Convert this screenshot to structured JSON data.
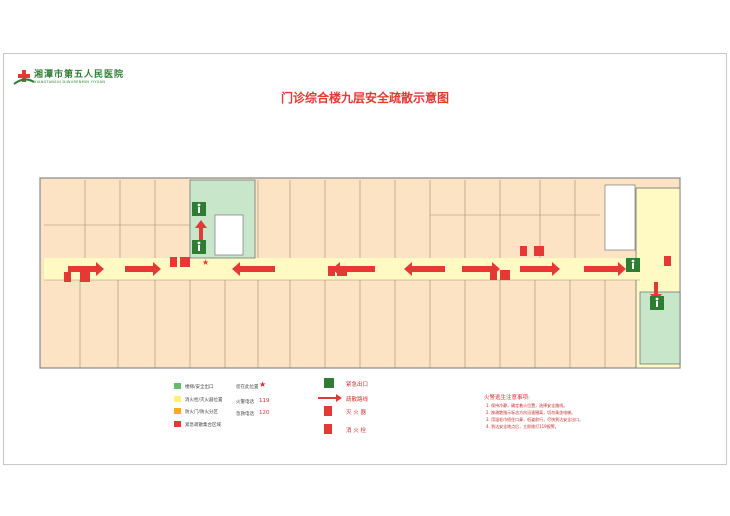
{
  "hospital": {
    "name_cn": "湘潭市第五人民医院",
    "name_en": "XIANGTANSHI DIWURENMIN YIYUAN"
  },
  "title": "门诊综合楼九层安全疏散示意图",
  "legend_left": [
    {
      "color": "#66bb6a",
      "label": "楼梯/安全出口"
    },
    {
      "color": "#fff176",
      "label": "消火栓/灭火器位置"
    },
    {
      "color": "#ffa726",
      "label": "防火门/防火分区"
    },
    {
      "color": "#e53935",
      "label": "紧急疏散集合区域"
    }
  ],
  "legend_mid": [
    {
      "label": "您在此位置",
      "value": "★"
    },
    {
      "label": "火警电话",
      "value": "119"
    },
    {
      "label": "急救电话",
      "value": "120"
    }
  ],
  "legend_right": [
    {
      "icon": "exit-icon",
      "label": "紧急出口"
    },
    {
      "icon": "arrow-icon",
      "label": "疏散路线"
    },
    {
      "icon": "extinguisher-icon",
      "label": "灭 火 器"
    },
    {
      "icon": "hydrant-icon",
      "label": "消 火 栓"
    }
  ],
  "notes": {
    "title": "火警逃生注意事项:",
    "items": [
      "1. 保持冷静，确定着火位置，选择安全路线。",
      "2. 按疏散指示标志方向迅速撤离，切勿乘坐电梯。",
      "3. 用湿毛巾捂住口鼻，低姿前行，尽快到达安全出口。",
      "4. 到达安全地点后，立即拨打119报警。"
    ]
  },
  "colors": {
    "accent": "#e53935",
    "corridor": "#fff9c4",
    "room": "#fbe3c4",
    "stair": "#c8e6c9",
    "exit": "#2e7d32"
  }
}
